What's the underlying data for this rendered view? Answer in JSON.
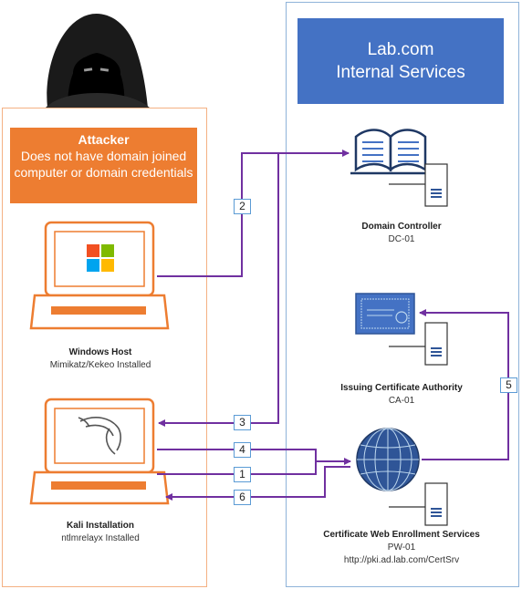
{
  "lab": {
    "line1": "Lab.com",
    "line2": "Internal Services"
  },
  "attacker": {
    "title": "Attacker",
    "description": "Does not have domain joined computer or domain credentials"
  },
  "hosts": {
    "windows": {
      "name": "Windows Host",
      "detail": "Mimikatz/Kekeo Installed"
    },
    "kali": {
      "name": "Kali Installation",
      "detail": "ntlmrelayx Installed"
    }
  },
  "servers": {
    "dc": {
      "name": "Domain Controller",
      "id": "DC-01"
    },
    "ca": {
      "name": "Issuing Certificate Authority",
      "id": "CA-01"
    },
    "web": {
      "name": "Certificate Web Enrollment Services",
      "id": "PW-01",
      "url": "http://pki.ad.lab.com/CertSrv"
    }
  },
  "steps": [
    "1",
    "2",
    "3",
    "4",
    "5",
    "6"
  ],
  "colors": {
    "arrow": "#7030a0",
    "attacker": "#ed7d31",
    "lab": "#4472c4",
    "laptop": "#ed7d31"
  },
  "icons": [
    "hooded-hacker-icon",
    "windows-logo-icon",
    "kali-dragon-icon",
    "book-icon",
    "server-icon",
    "certificate-icon",
    "globe-icon"
  ]
}
